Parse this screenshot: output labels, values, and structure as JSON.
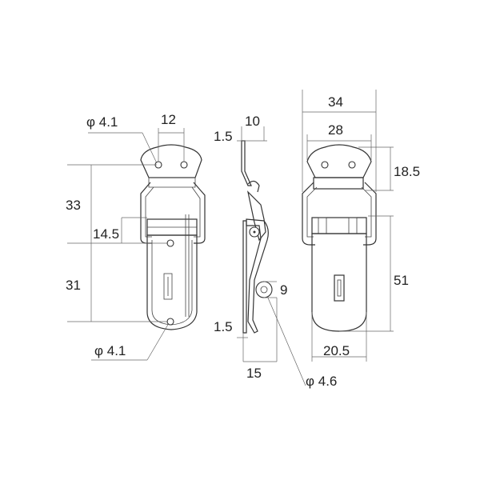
{
  "dimensions": {
    "front_view": {
      "top_hole_dia": "φ 4.1",
      "hole_spacing": "12",
      "upper_height": "33",
      "mid_height": "14.5",
      "lower_height": "31",
      "bottom_hole_dia": "φ 4.1"
    },
    "side_view": {
      "top_width": "10",
      "top_thickness": "1.5",
      "bottom_thickness": "1.5",
      "bottom_width": "15",
      "pin_size": "9",
      "pin_dia": "φ 4.6"
    },
    "back_view": {
      "overall_width": "34",
      "plate_width": "28",
      "plate_height": "18.5",
      "body_height": "51",
      "body_width": "20.5"
    }
  },
  "colors": {
    "line": "#333333",
    "background": "#ffffff"
  }
}
